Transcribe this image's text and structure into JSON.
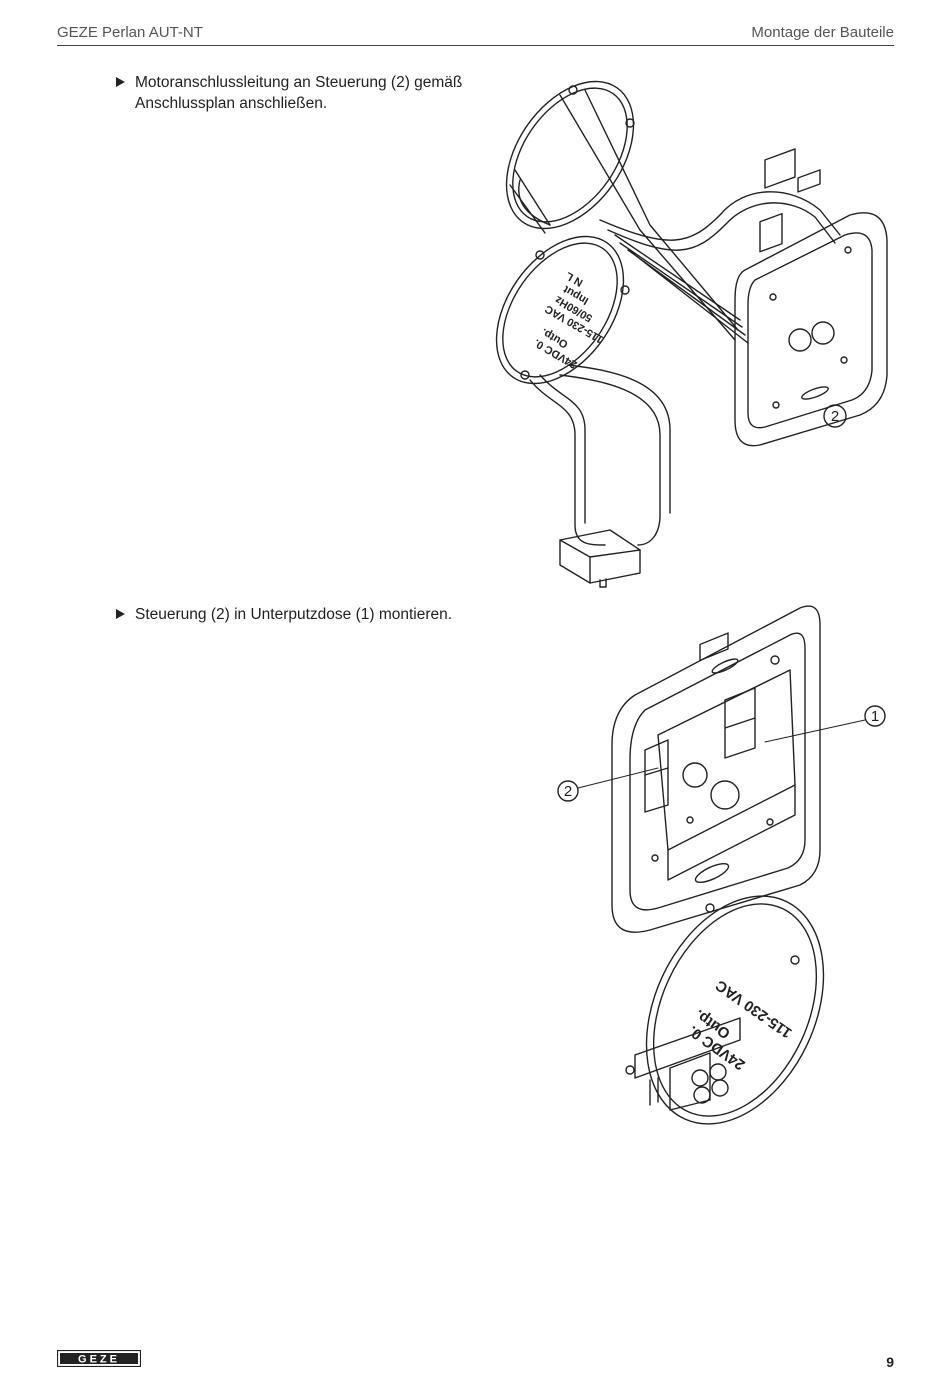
{
  "header": {
    "left": "GEZE Perlan AUT-NT",
    "right": "Montage der Bauteile"
  },
  "steps": [
    {
      "text": "Motoranschlussleitung an Steuerung (2) gemäß Anschlussplan anschließen."
    },
    {
      "text": "Steuerung (2) in Unterputzdose (1) montieren."
    }
  ],
  "figure1": {
    "callout": "2",
    "label_lines": [
      "24VDC 0.",
      "Outp.",
      "115-230 VAC",
      "50/60Hz",
      "Input",
      "N L"
    ]
  },
  "figure2": {
    "callouts": [
      "1",
      "2"
    ],
    "label_lines": [
      "24VDC 0.",
      "Outp.",
      "115-230 VAC"
    ]
  },
  "footer": {
    "logo": "GEZE",
    "page_number": "9"
  }
}
